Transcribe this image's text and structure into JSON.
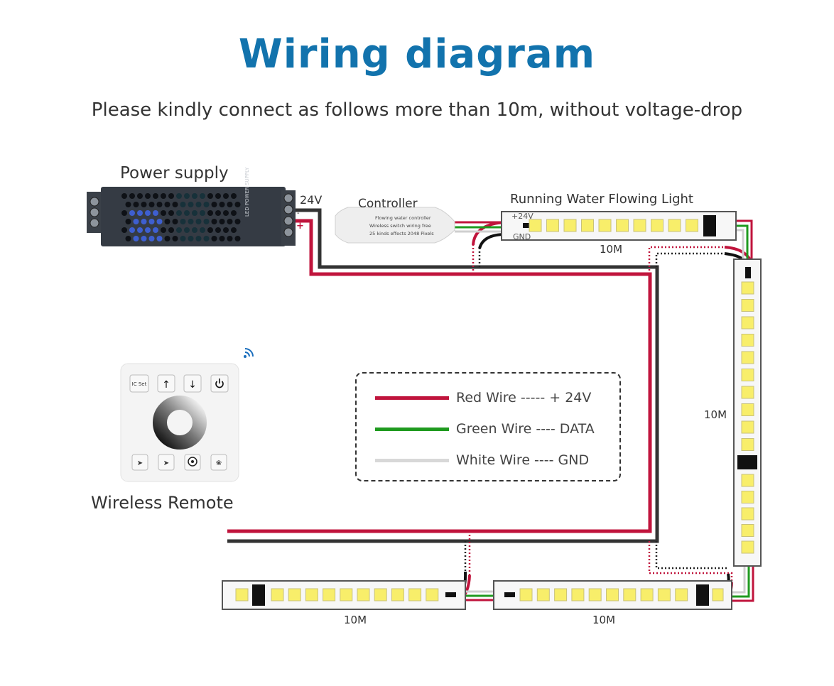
{
  "header": {
    "title": "Wiring diagram",
    "subtitle": "Please kindly connect as follows more than 10m, without voltage-drop"
  },
  "components": {
    "power_supply": {
      "label": "Power supply",
      "device_text": "LED POWER SUPPLY",
      "output_voltage": "24V",
      "minus_mark": "-",
      "plus_mark": "+"
    },
    "controller": {
      "label": "Controller",
      "lines": [
        "Flowing water controller",
        "Wireless switch wiring free",
        "25 kinds effects 2048 Pixels"
      ]
    },
    "top_strip": {
      "label": "Running Water Flowing Light",
      "pad_plus": "+24V",
      "pad_gnd": "GND",
      "length": "10M"
    },
    "right_strip": {
      "length": "10M"
    },
    "bottom_right_strip": {
      "length": "10M"
    },
    "bottom_left_strip": {
      "length": "10M"
    },
    "remote": {
      "label": "Wireless Remote",
      "top_buttons": [
        "IC Set",
        "up-arrow",
        "down-arrow",
        "power"
      ],
      "bottom_buttons": [
        "speed-up",
        "speed-down",
        "mode",
        "mode-2"
      ]
    }
  },
  "legend": {
    "items": [
      {
        "label": "Red Wire ----- + 24V",
        "color": "#c0143c"
      },
      {
        "label": "Green Wire ---- DATA",
        "color": "#1f9a1f"
      },
      {
        "label": "White Wire ---- GND",
        "color": "#d8d8d8"
      }
    ]
  },
  "colors": {
    "title": "#1273ad",
    "red_wire": "#c0143c",
    "black_wire": "#333333",
    "green_wire": "#1f9a1f",
    "white_wire": "#cfcfcf",
    "led": "#f8ee6a",
    "strip_bg": "#f7f7f7"
  }
}
